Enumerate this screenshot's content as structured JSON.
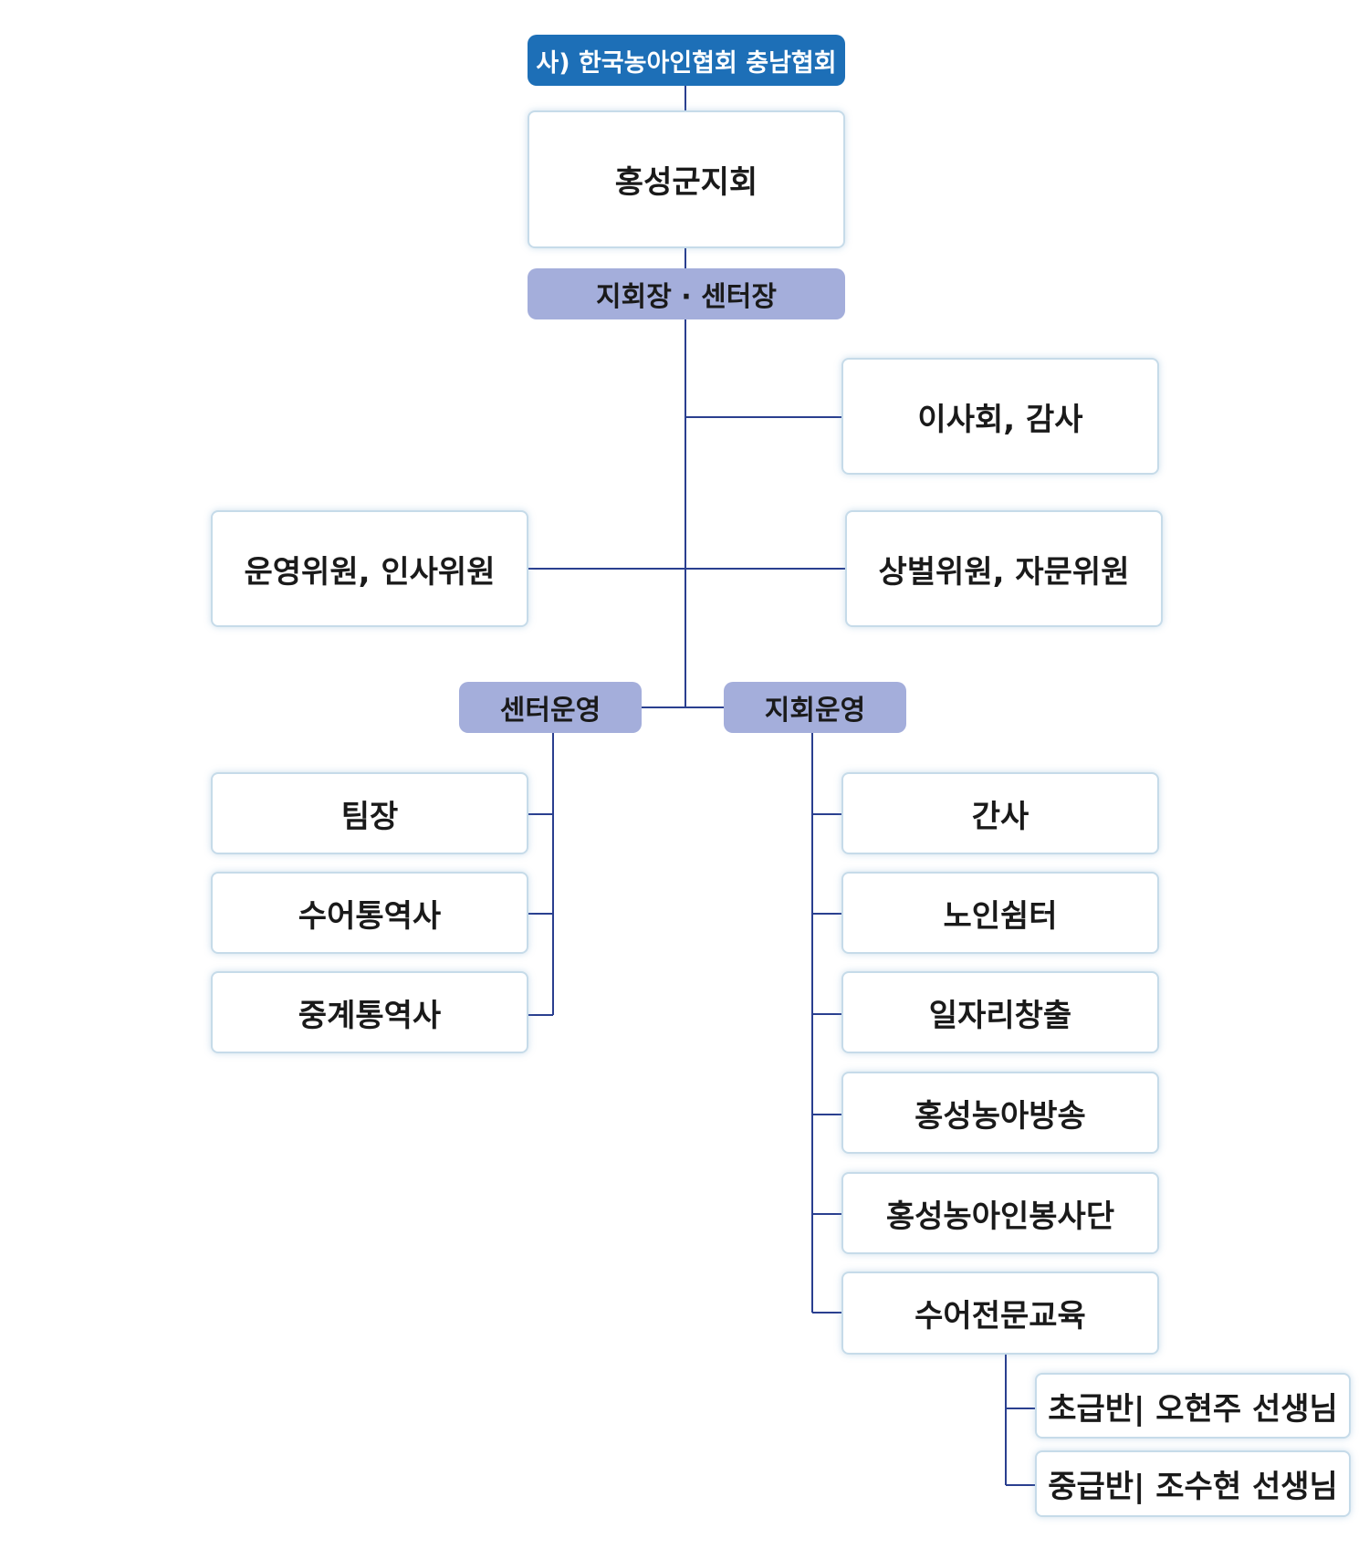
{
  "top_org": "사) 한국농아인협회 충남협회",
  "branch": "홍성군지회",
  "head": "지회장 · 센터장",
  "board": "이사회, 감사",
  "committee_left": "운영위원, 인사위원",
  "committee_right": "상벌위원, 자문위원",
  "center_ops": {
    "title": "센터운영",
    "items": [
      "팀장",
      "수어통역사",
      "중계통역사"
    ]
  },
  "branch_ops": {
    "title": "지회운영",
    "items": [
      "간사",
      "노인쉼터",
      "일자리창출",
      "홍성농아방송",
      "홍성농아인봉사단",
      "수어전문교육"
    ]
  },
  "education_classes": [
    "초급반| 오현주 선생님",
    "중급반| 조수현 선생님"
  ],
  "colors": {
    "top_fill": "#1d6fb7",
    "pill_fill": "#a4aedb",
    "line": "#2a3f8f",
    "box_border": "#c6dbe9"
  }
}
